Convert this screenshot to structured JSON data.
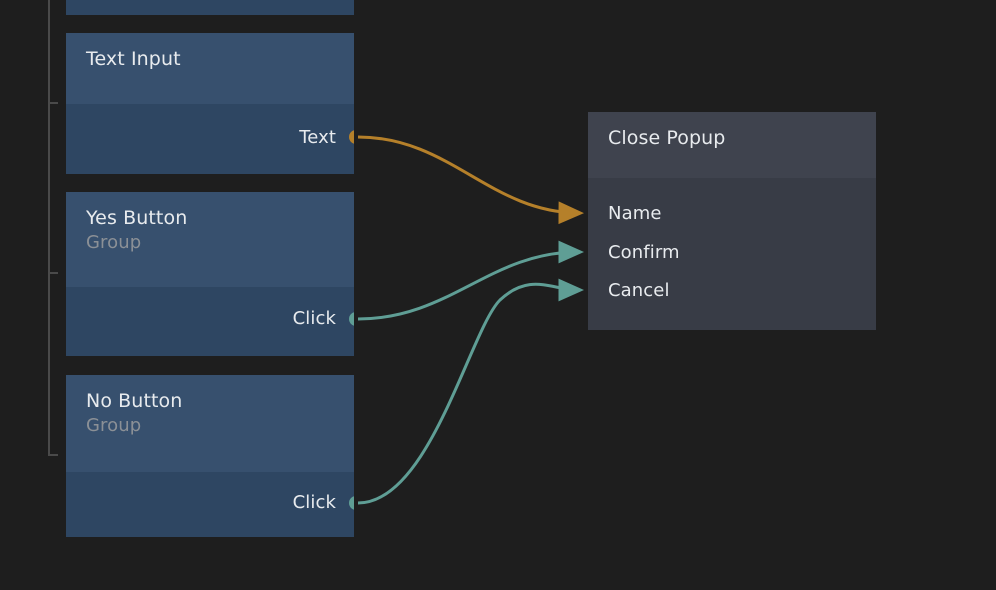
{
  "canvas": {
    "background_color": "#1e1e1e",
    "tree_line_color": "#4a4a4a"
  },
  "palette": {
    "node_blue_header": "#37506e",
    "node_blue_body": "#2e4662",
    "node_gray_header": "#3f434e",
    "node_gray_body": "#383c46",
    "edge_gold": "#b5802a",
    "edge_teal": "#5f9e95",
    "title_text": "#e8ebee",
    "subtitle_text": "#8b9096"
  },
  "nodes": [
    {
      "id": "partial-top",
      "title": "",
      "subtitle": "",
      "kind": "blue"
    },
    {
      "id": "text-input",
      "title": "Text Input",
      "subtitle": "",
      "kind": "blue",
      "outputs": [
        {
          "label": "Text",
          "color": "#b5802a"
        }
      ]
    },
    {
      "id": "yes-button",
      "title": "Yes Button",
      "subtitle": "Group",
      "kind": "blue",
      "outputs": [
        {
          "label": "Click",
          "color": "#5f9e95"
        }
      ]
    },
    {
      "id": "no-button",
      "title": "No Button",
      "subtitle": "Group",
      "kind": "blue",
      "outputs": [
        {
          "label": "Click",
          "color": "#5f9e95"
        }
      ]
    },
    {
      "id": "close-popup",
      "title": "Close Popup",
      "subtitle": "",
      "kind": "gray",
      "inputs": [
        {
          "label": "Name",
          "color": "#b5802a"
        },
        {
          "label": "Confirm",
          "color": "#5f9e95"
        },
        {
          "label": "Cancel",
          "color": "#5f9e95"
        }
      ]
    }
  ],
  "connections": [
    {
      "from": "text-input.Text",
      "to": "close-popup.Name",
      "color": "#b5802a"
    },
    {
      "from": "yes-button.Click",
      "to": "close-popup.Confirm",
      "color": "#5f9e95"
    },
    {
      "from": "no-button.Click",
      "to": "close-popup.Cancel",
      "color": "#5f9e95"
    }
  ]
}
